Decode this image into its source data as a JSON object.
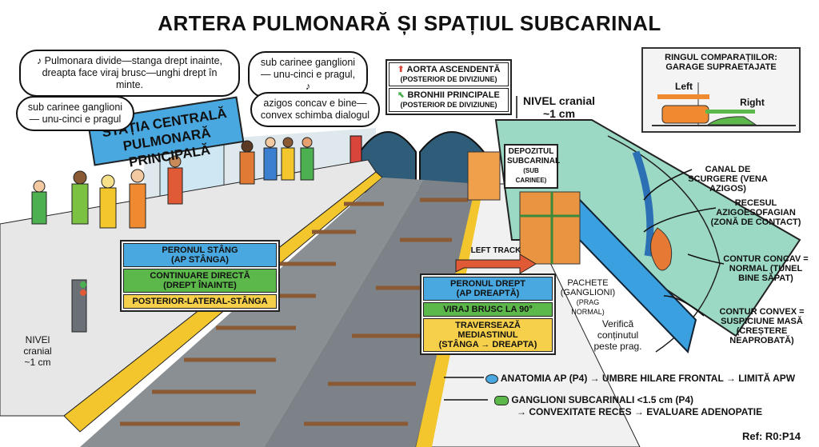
{
  "title": "ARTERA PULMONARĂ ȘI SPAȚIUL SUBCARINAL",
  "bubbles": [
    "♪ Pulmonara divide—stanga drept inainte, dreapta face viraj brusc—unghi drept în minte.",
    "sub carinee ganglioni— unu-cinci e pragul, ♪",
    "sub carinee ganglioni— unu-cinci e pragul",
    "azigos concav e bine— convex schimba dialogul"
  ],
  "station_sign": {
    "line1": "STAȚIA CENTRALĂ",
    "line2": "PULMONARĂ PRINCIPALĂ"
  },
  "overhead_sign": {
    "aorta": "AORTA ASCENDENTĂ",
    "aorta_sub": "(POSTERIOR DE DIVIZIUNE)",
    "bronhii": "BRONHII PRINCIPALE",
    "bronhii_sub": "(POSTERIOR DE DIVIZIUNE)"
  },
  "nivel_top": "NIVEL cranial ~1 cm",
  "nivel_left": "NIVEl cranial ~1 cm",
  "garage": {
    "title": "RINGUL COMPARAȚIILOR: GARAGE SUPRAETAJATE",
    "left": "Left",
    "right": "Right"
  },
  "depozit": {
    "title": "DEPOZITUL SUBCARINAL",
    "sub": "(SUB CARINEE)"
  },
  "left_sign": {
    "r1": "PERONUL STÂNG",
    "r1b": "(AP STÂNGA)",
    "r2": "CONTINUARE DIRECTĂ",
    "r2b": "(DREPT ÎNAINTE)",
    "r3": "POSTERIOR-LATERAL-STÂNGA"
  },
  "right_sign": {
    "r1": "PERONUL DREPT",
    "r1b": "(AP DREAPTĂ)",
    "r2": "VIRAJ BRUSC LA 90°",
    "r3": "TRAVERSEAZĂ MEDIASTINUL",
    "r3b": "(STÂNGA → DREAPTA)"
  },
  "left_track": "LEFT TRACK",
  "pachete": {
    "t": "PACHETE",
    "s": "(GANGLIONI)",
    "p": "(PRAG NORMAL)"
  },
  "verifica": "Verifică conținutul peste prag.",
  "right_labels": {
    "canal": "CANAL DE SCURGERE (VENA AZIGOS)",
    "recesul": "RECESUL AZIGOESOFAGIAN (ZONĂ DE CONTACT)",
    "concav": "CONTUR CONCAV = NORMAL (TUNEL BINE SĂPAT)",
    "convex": "CONTUR CONVEX = SUSPICIUNE MASĂ (CREȘTERE NEAPROBATĂ)"
  },
  "legend": {
    "l1": "ANATOMIA AP (P4) → UMBRE HILARE FRONTAL → LIMITĂ APW",
    "l2a": "GANGLIONI SUBCARINALI <1.5 cm (P4)",
    "l2b": "→ CONVEXITATE RECES → EVALUARE ADENOPATIE"
  },
  "ref": "Ref: R0:P14"
}
